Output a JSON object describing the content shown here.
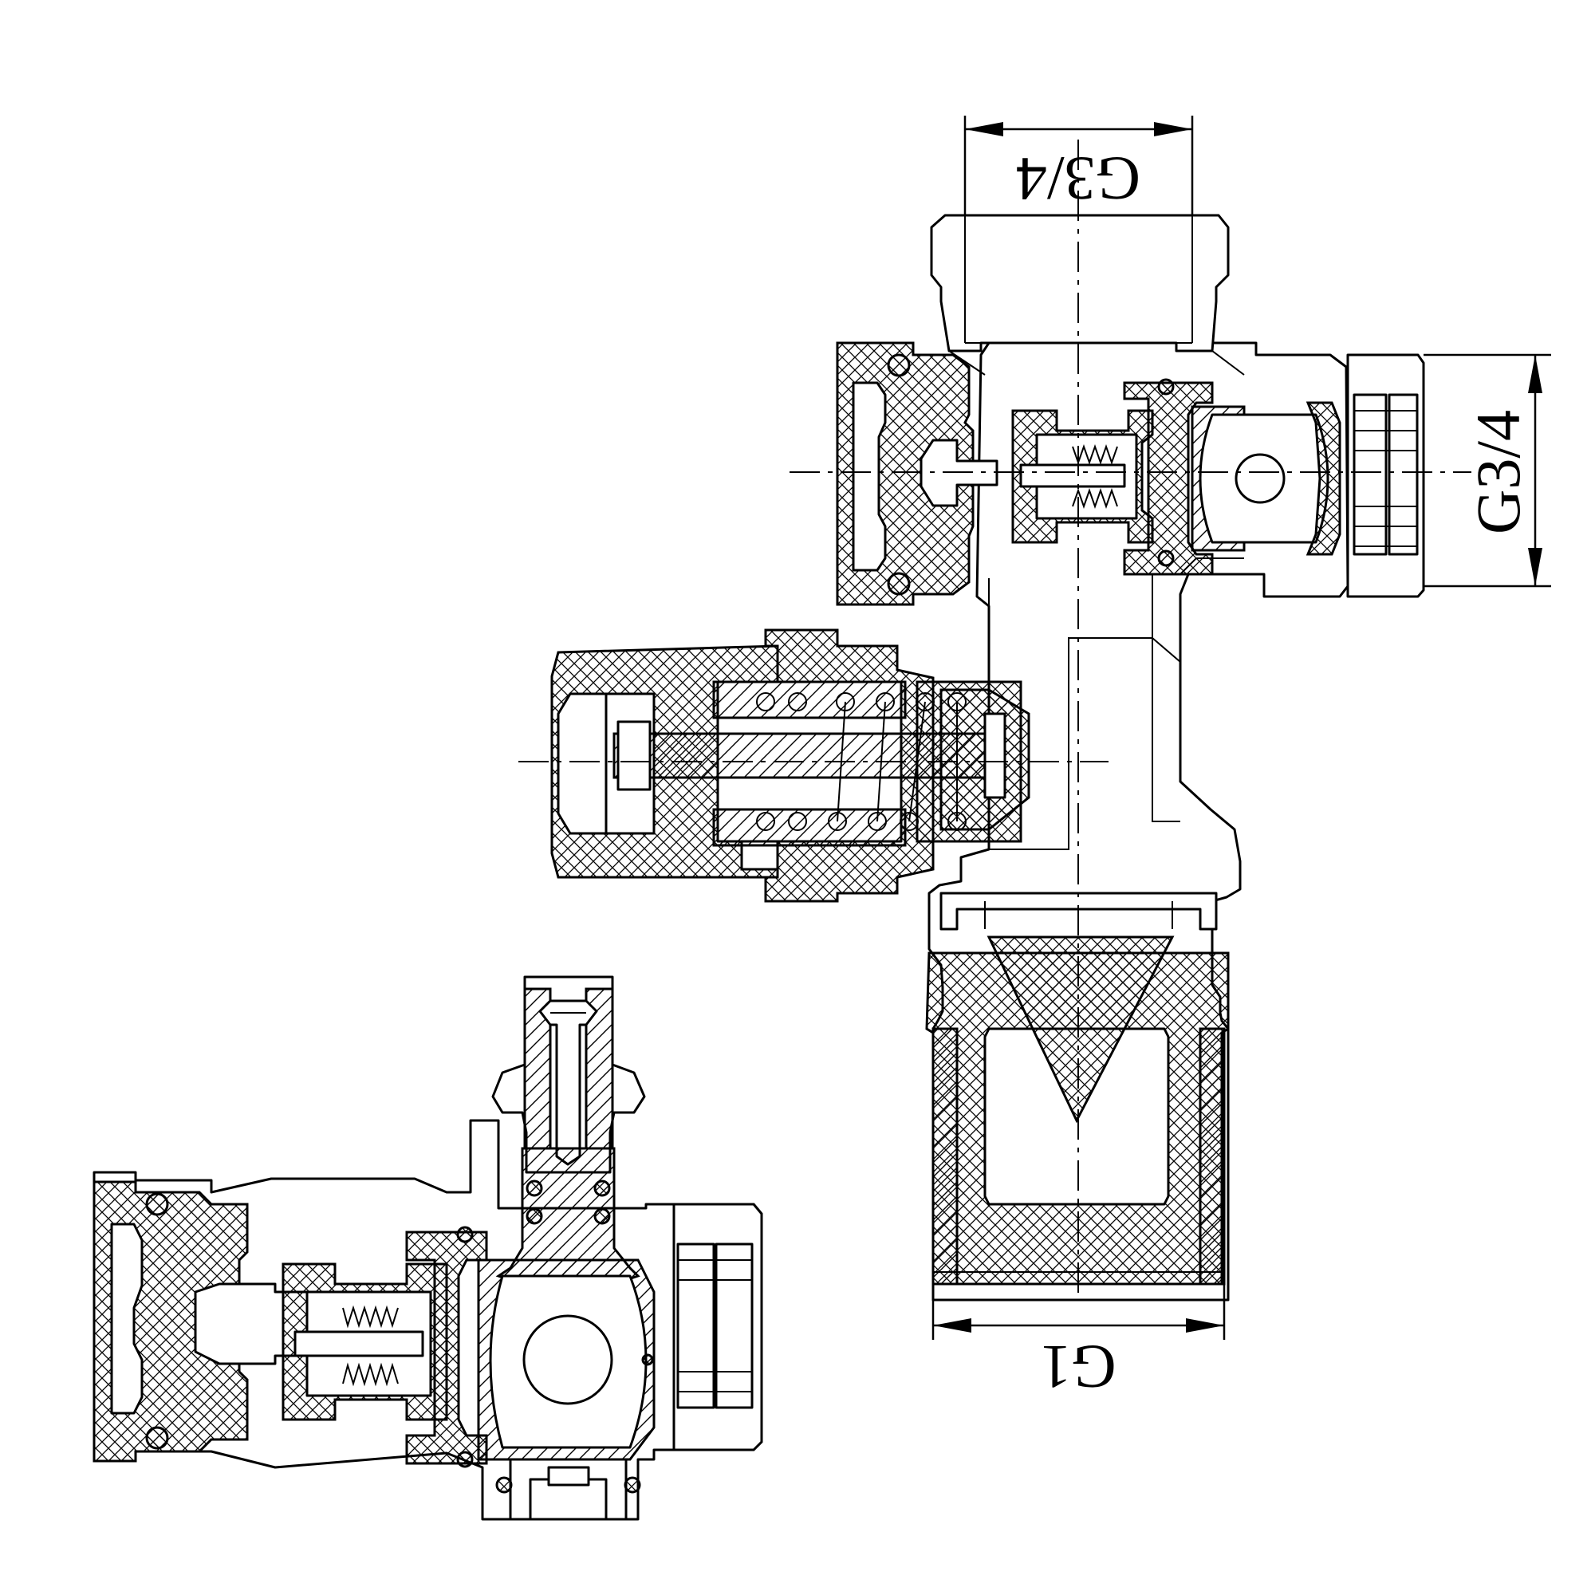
{
  "drawing": {
    "title": "",
    "dimensions": {
      "top_thread": "G3/4",
      "side_thread": "G3/4",
      "bottom_thread": "G1"
    },
    "colors": {
      "line": "#000000",
      "background": "#ffffff"
    }
  }
}
